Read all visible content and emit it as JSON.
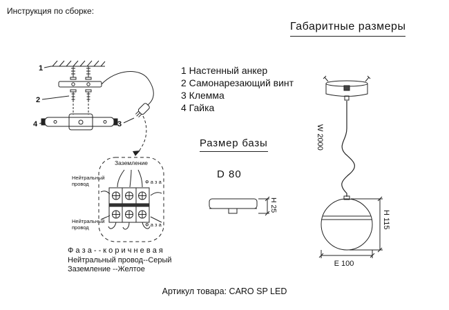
{
  "header": {
    "title": "Инструкция по сборке:",
    "dimensions_heading": "Габаритные размеры"
  },
  "parts": {
    "items": [
      "1 Настенный анкер",
      "2 Самонарезающий винт",
      "3 Клемма",
      "4 Гайка"
    ]
  },
  "assembly": {
    "callouts": [
      "1",
      "2",
      "3",
      "4"
    ]
  },
  "wiring": {
    "ground_label": "Заземление",
    "neutral_line1": "Нейтральный",
    "neutral_line2": "провод",
    "phase_label": "Ф а з а",
    "legend": [
      "Ф а з а - - к о р и ч н е в а я",
      "Нейтральный провод--Серый",
      "Заземление --Желтое"
    ]
  },
  "base": {
    "heading": "Размер базы",
    "diameter_label": "D 80",
    "height_label": "H 25"
  },
  "lamp": {
    "wire_length_label": "W 2000",
    "height_label": "H 115",
    "diameter_label": "E 100"
  },
  "footer": {
    "article": "Артикул товара: CARO SP LED"
  }
}
